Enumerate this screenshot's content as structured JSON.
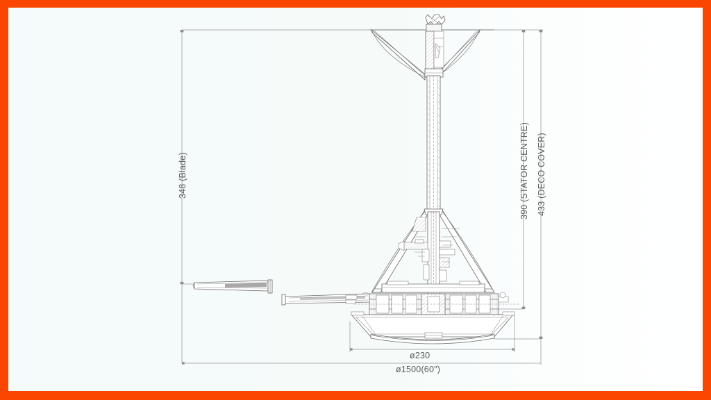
{
  "document": {
    "type": "engineering-drawing",
    "subject": "Ceiling fan side elevation with dimensions",
    "border_color": "#FA4600",
    "paper_color": "#F5FBFA",
    "line_color": "#6b6b6b"
  },
  "dimensions": {
    "blade_height": "348 (Blade)",
    "stator_centre": "390 (STATOR CENTRE)",
    "deco_cover": "433 (DECO COVER)",
    "motor_diameter": "ø230",
    "sweep_diameter": "ø1500(60″)"
  },
  "parts": {
    "canopy": "ceiling-canopy",
    "downrod": "downrod",
    "motor_shroud": "motor-shroud",
    "motor_housing": "motor-housing",
    "deco_cover": "deco-cover",
    "blade_left": "fan-blade-left",
    "blade_arm": "blade-arm"
  }
}
